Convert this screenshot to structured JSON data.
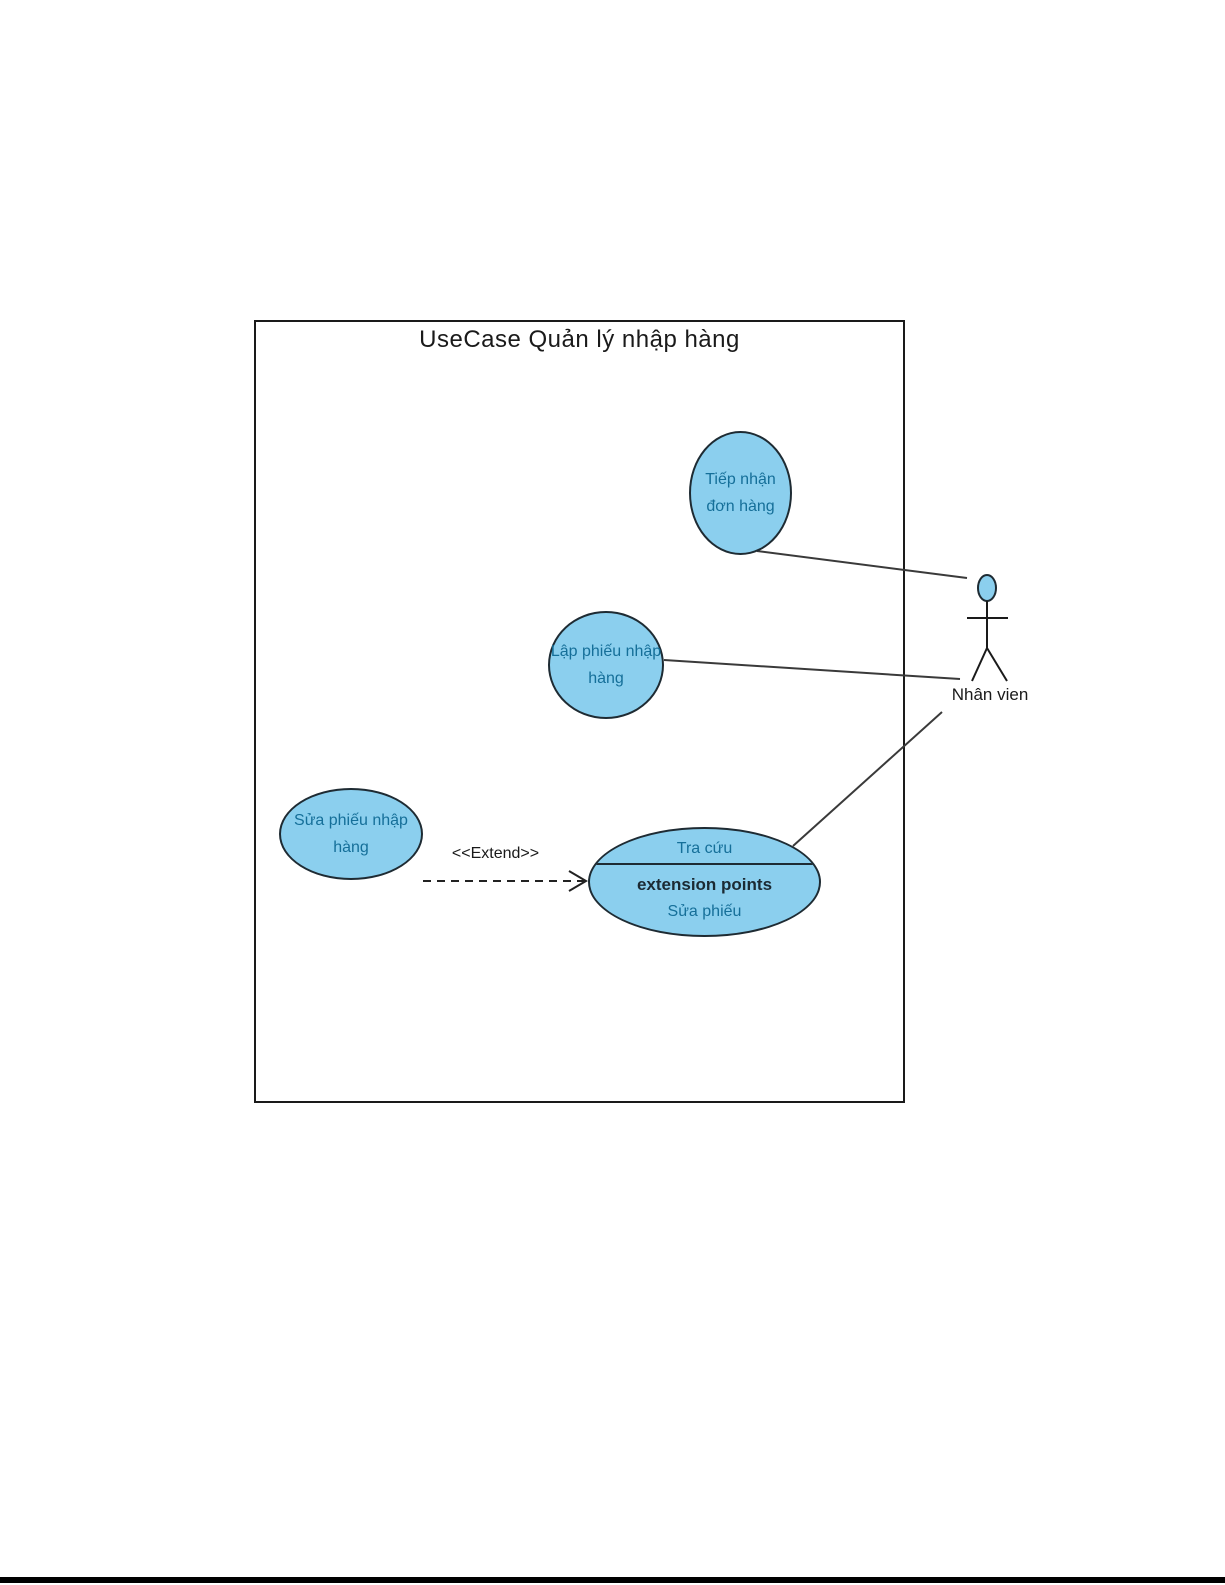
{
  "colors": {
    "accent_fill": "#8bcfee",
    "accent_stroke": "#1e2b33",
    "label_color": "#156f99",
    "line_color": "#3a3a3a",
    "frame_color": "#1a1a1a",
    "text_dark": "#1b2a33"
  },
  "diagram": {
    "title": "UseCase Quản lý nhập hàng",
    "usecases": {
      "tiep_nhan": {
        "label": "Tiếp nhận đơn hàng"
      },
      "lap_phieu": {
        "label": "Lập phiếu nhập hàng"
      },
      "sua_phieu": {
        "label": "Sửa phiếu nhập hàng"
      },
      "tra_cuu": {
        "label": "Tra cứu",
        "extension_points_label": "extension points",
        "extension_point": "Sửa phiếu"
      }
    },
    "actor": {
      "name": "Nhân vien"
    },
    "connector_label": "<<Extend>>"
  }
}
